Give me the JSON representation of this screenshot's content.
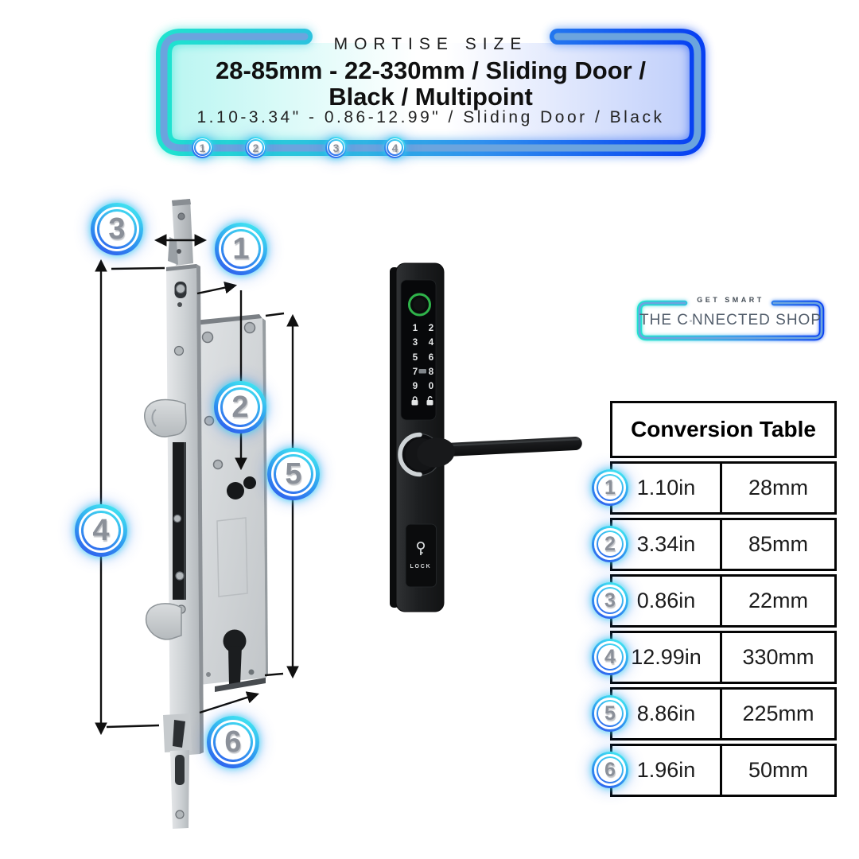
{
  "header": {
    "eyebrow": "MORTISE SIZE",
    "title_line1": "28-85mm - 22-330mm / Sliding Door /",
    "title_line2": "Black / Multipoint",
    "subtitle": "1.10-3.34\" - 0.86-12.99\" / Sliding Door / Black",
    "marker_numbers": [
      "1",
      "2",
      "3",
      "4"
    ]
  },
  "diagram": {
    "callouts": [
      "1",
      "2",
      "3",
      "4",
      "5",
      "6"
    ]
  },
  "device": {
    "keypad": [
      [
        "1",
        "2"
      ],
      [
        "3",
        "4"
      ],
      [
        "5",
        "6"
      ],
      [
        "7",
        "8"
      ],
      [
        "9",
        "0"
      ]
    ],
    "lock_label": "LOCK"
  },
  "brand": {
    "tagline": "GET SMART",
    "name": "THE CONNECTED SHOP",
    "name_prefix": "THE C",
    "name_suffix": "NNECTED SHOP"
  },
  "conversion_table": {
    "title": "Conversion Table",
    "rows": [
      {
        "num": "1",
        "inches": "1.10in",
        "mm": "28mm"
      },
      {
        "num": "2",
        "inches": "3.34in",
        "mm": "85mm"
      },
      {
        "num": "3",
        "inches": "0.86in",
        "mm": "22mm"
      },
      {
        "num": "4",
        "inches": "12.99in",
        "mm": "330mm"
      },
      {
        "num": "5",
        "inches": "8.86in",
        "mm": "225mm"
      },
      {
        "num": "6",
        "inches": "1.96in",
        "mm": "50mm"
      }
    ]
  },
  "icons": {
    "fingerprint_scanner": "fingerprint-scanner-icon",
    "keypad_lock": "lock-icon",
    "keypad_unlock": "unlock-icon",
    "key": "key-icon",
    "brand_wifi_o": "wifi-o-icon"
  },
  "colors": {
    "accent_teal": "#1fe3cf",
    "accent_blue": "#0740f2",
    "frame_mid_blue": "#6ba4de",
    "badge_number_gray": "#8b9099",
    "fingerprint_ring_green": "#2fb34a",
    "metal_gray": "#c9cdd0",
    "device_black": "#17181a",
    "table_border": "#050505"
  }
}
